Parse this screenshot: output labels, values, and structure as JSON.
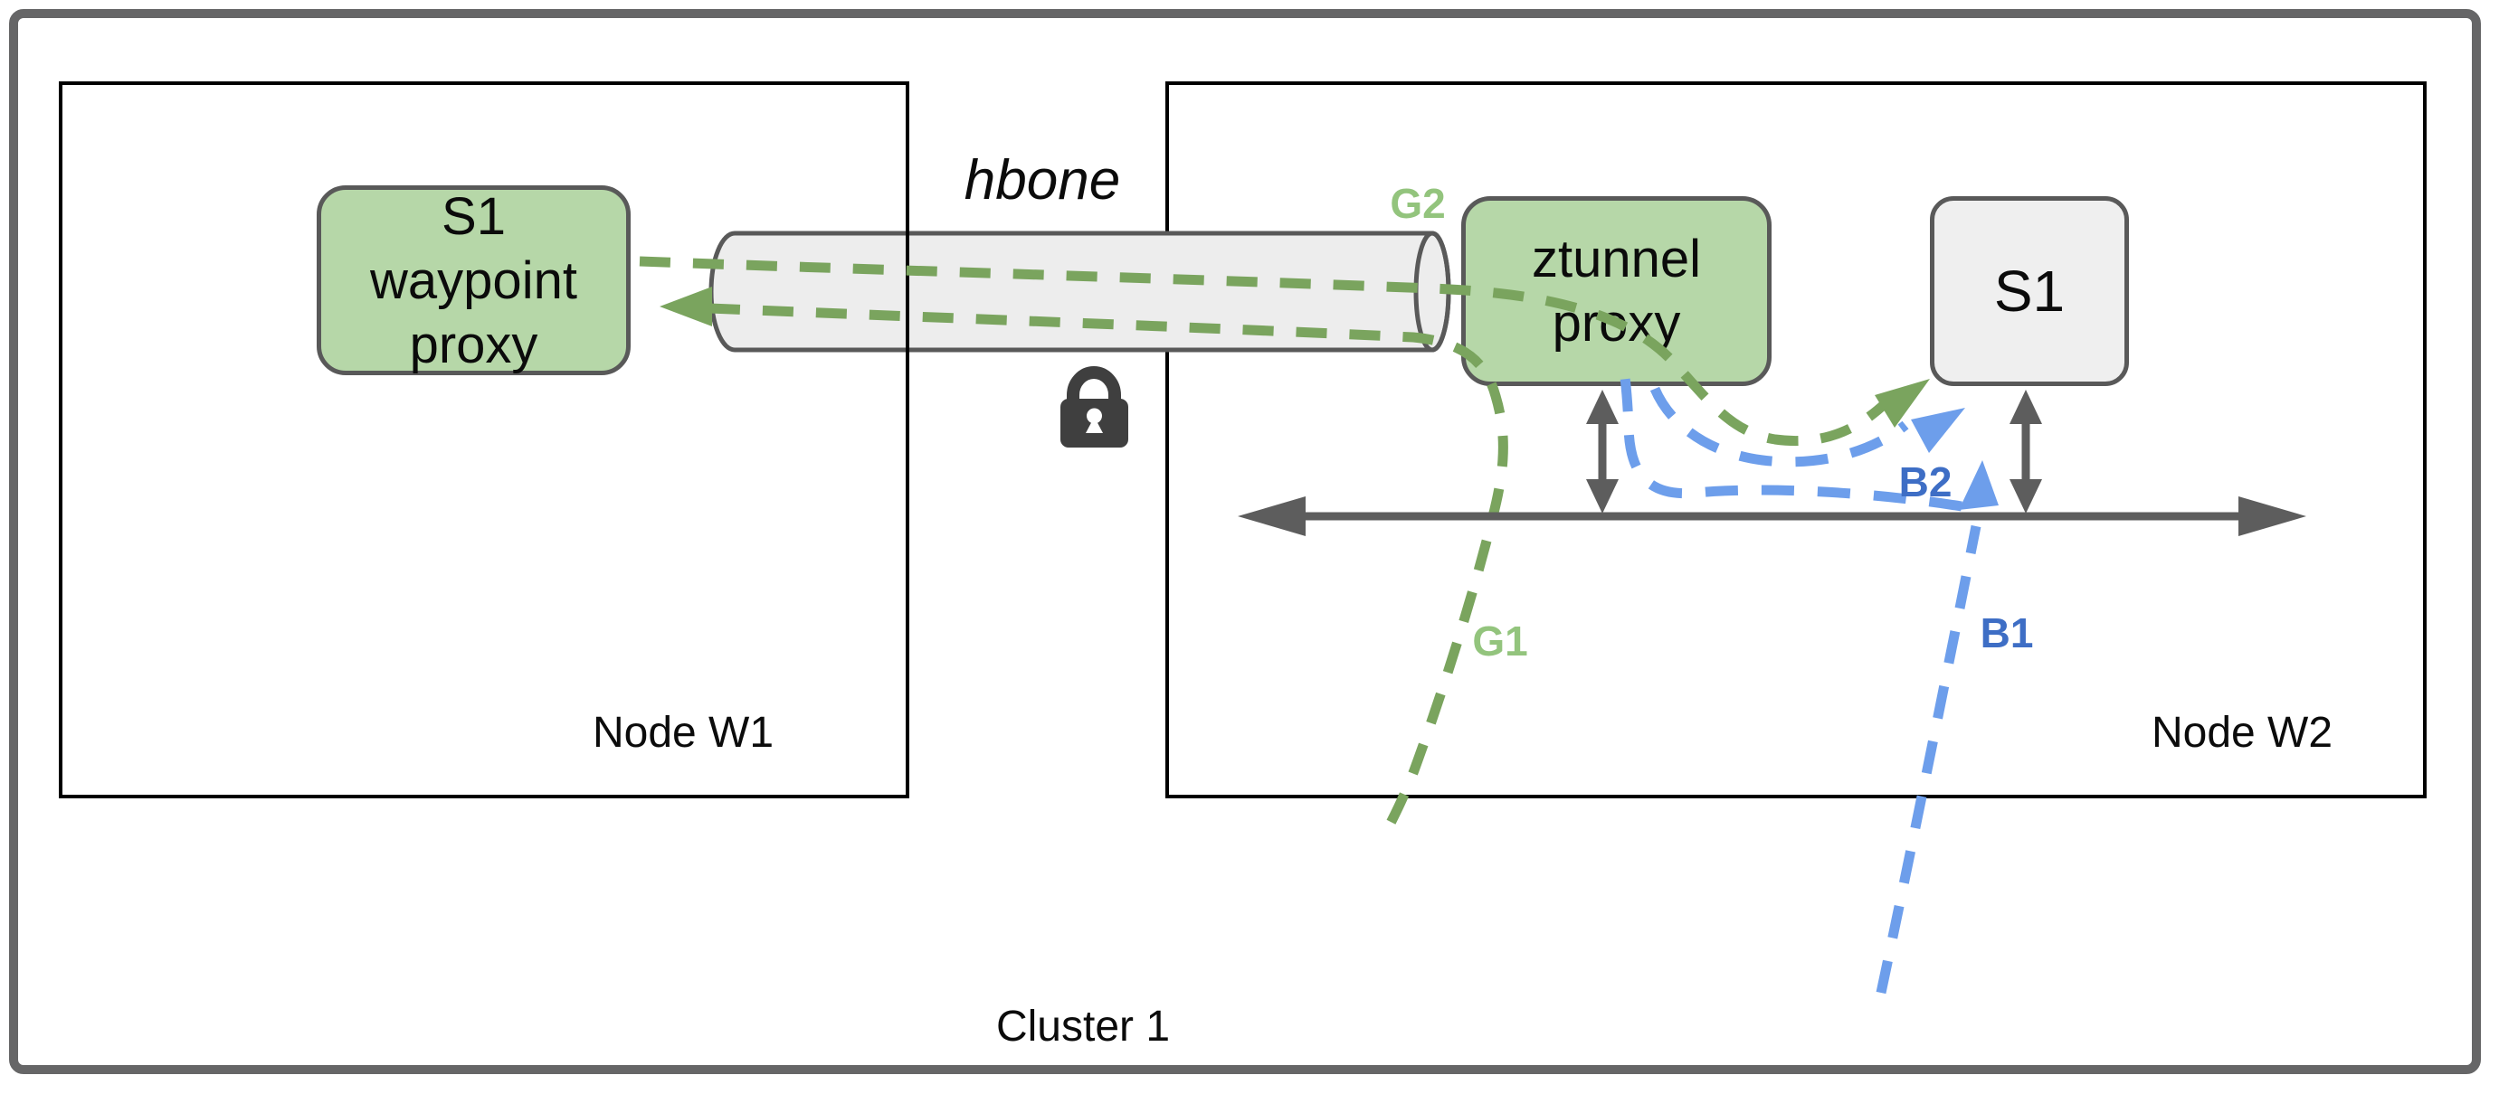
{
  "cluster": {
    "label": "Cluster 1"
  },
  "nodes": {
    "w1": {
      "label": "Node W1"
    },
    "w2": {
      "label": "Node W2"
    }
  },
  "tunnel": {
    "label": "hbone",
    "icon": "lock-icon"
  },
  "boxes": {
    "waypoint": {
      "line1": "S1",
      "line2": "waypoint",
      "line3": "proxy"
    },
    "ztunnel": {
      "line1": "ztunnel",
      "line2": "proxy"
    },
    "service": {
      "label": "S1"
    }
  },
  "flows": {
    "g1": {
      "label": "G1"
    },
    "g2": {
      "label": "G2"
    },
    "b1": {
      "label": "B1"
    },
    "b2": {
      "label": "B2"
    }
  },
  "colors": {
    "green_box_fill": "#b6d7a8",
    "gray_box_fill": "#efefef",
    "box_stroke": "#595959",
    "green_dash": "#7aa45e",
    "blue_dash": "#6d9eeb",
    "green_label": "#93c47d",
    "blue_label": "#3e6ec5",
    "gray_arrow": "#5d5d5d",
    "node_border": "#000000",
    "cluster_border": "#666667",
    "tunnel_fill": "#ededed"
  }
}
